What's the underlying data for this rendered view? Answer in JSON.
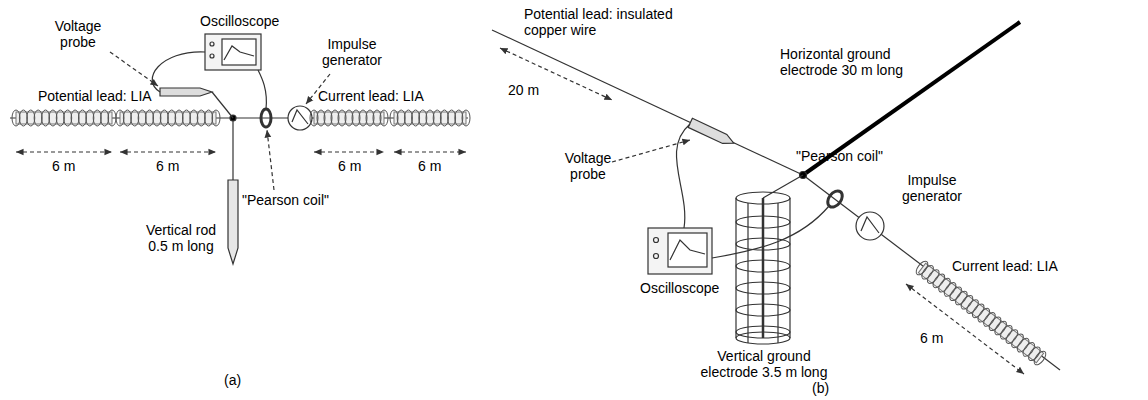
{
  "diagram": {
    "labels": [
      "Voltage probe",
      "Oscilloscope",
      "Impulse generator",
      "Potential lead: LIA",
      "Current lead: LIA",
      "6 m",
      "6 m",
      "6 m",
      "6 m",
      "\"Pearson coil\"",
      "Vertical rod 0.5 m long",
      "(a)",
      "Potential lead: insulated copper wire",
      "20 m",
      "Horizontal ground electrode 30 m long",
      "Voltage probe",
      "\"Pearson coil\"",
      "Impulse generator",
      "Oscilloscope",
      "Current lead: LIA",
      "6 m",
      "Vertical ground electrode 3.5 m long",
      "(b)"
    ]
  }
}
